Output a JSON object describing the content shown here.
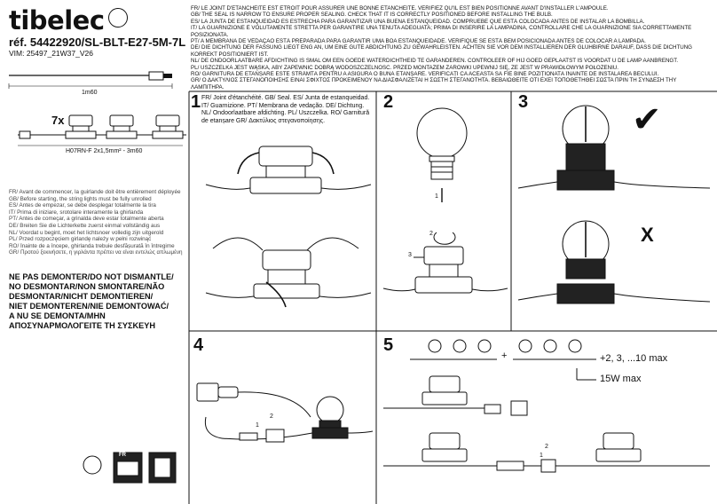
{
  "brand": {
    "name": "tibelec",
    "reference": "réf. 54422920/SL-BLT-E27-5M-7L",
    "vim": "VIM: 25497_21W37_V26"
  },
  "product": {
    "cable_length": "1m60",
    "quantity": "7x",
    "cable_spec": "H07RN-F 2x1,5mm² - 3m60"
  },
  "top_notice": [
    "FR/ LE JOINT D'ETANCHEITE EST ETROIT POUR ASSURER UNE BONNE ETANCHEITE. VERIFIEZ QU'IL EST BIEN POSITIONNE AVANT D'INSTALLER L'AMPOULE.",
    "GB/ THE SEAL IS NARROW TO ENSURE PROPER SEALING. CHECK THAT IT IS CORRECTLY POSITIONED BEFORE INSTALLING THE BULB.",
    "ES/ LA JUNTA DE ESTANQUEIDAD ES ESTRECHA PARA GARANTIZAR UNA BUENA ESTANQUEIDAD. COMPRUEBE QUE ESTÁ COLOCADA ANTES DE INSTALAR LA BOMBILLA.",
    "IT/ LA GUARNIZIONE È VOLUTAMENTE STRETTA PER GARANTIRE UNA TENUTA ADEGUATA; PRIMA DI INSERIRE LA LAMPADINA, CONTROLLARE CHE LA GUARNIZIONE SIA CORRETTAMENTE",
    "POSIZIONATA.",
    "PT/ A MEMBRANA DE VEDAÇÃO ESTÁ PREPARADA PARA GARANTIR UMA BOA ESTANQUEIDADE. VERIFIQUE SE ESTÁ BEM POSICIONADA ANTES DE COLOCAR A LÂMPADA.",
    "DE/ DIE DICHTUNG DER FASSUNG LIEGT ENG AN, UM EINE GUTE ABDICHTUNG ZU GEWÄHRLEISTEN. ACHTEN SIE VOR DEM INSTALLIEREN DER GLÜHBIRNE DARAUF, DASS DIE DICHTUNG",
    "KORREKT POSITIONIERT IST.",
    "NL/ DE ONDOORLAATBARE AFDICHTING IS SMAL OM EEN GOEDE WATERDICHTHEID TE GARANDEREN. CONTROLEER OF HIJ GOED GEPLAATST IS VOORDAT U DE LAMP AANBRENGT.",
    "PL/ USZCZELKA JEST WĄSKA, ABY ZAPEWNIĆ DOBRĄ WODOSZCZELNOŚĆ. PRZED MONTAŻEM ŻARÓWKI UPEWNIJ SIĘ, ŻE JEST W PRAWIDŁOWYM POŁOŻENIU.",
    "RO/ GARNITURA DE ETANȘARE ESTE STRÂMTĂ PENTRU A ASIGURA O BUNĂ ETANȘARE. VERIFICAȚI CA ACEASTA SĂ FIE BINE POZIȚIONATĂ ÎNAINTE DE INSTALAREA BECULUI.",
    "GR/ Ο ΔΑΚΤΥΛΙΟΣ ΣΤΕΓΑΝΟΠΟΙΗΣΗΣ ΕΙΝΑΙ ΣΦΙΧΤΟΣ ΠΡΟΚΕΙΜΕΝΟΥ ΝΑ ΔΙΑΣΦΑΛΙΖΕΤΑΙ Η ΣΩΣΤΗ ΣΤΕΓΑΝΟΤΗΤΑ. ΒΕΒΑΙΩΘΕΙΤΕ ΟΤΙ ΕΧΕΙ ΤΟΠΟΘΕΤΗΘΕΙ ΣΩΣΤΑ ΠΡΙΝ ΤΗ ΣΥΝΔΕΣΗ ΤΗΥ",
    "ΛΑΜΠΙΤΗΡΑ."
  ],
  "unroll_notice": [
    "FR/ Avant de commencer, la guirlande doit être entièrement déployée",
    "GB/ Before starting, the string lights must be fully unrolled",
    "ES/ Antes de empezar, se debe desplegar totalmente la tira",
    "IT/ Prima di iniziare, srotolare interamente la ghirlanda",
    "PT/ Antes de começar, a grinalda deve estar totalmente aberta",
    "DE/ Breiten Sie die Lichterkette zuerst einmal vollständig aus",
    "NL/ Voordat u begint, moet het lichtsnoer volledig zijn uitgerold",
    "PL/ Przed rozpoczęciem girlandę należy w pełni rozwinąć",
    "RO/ Înainte de a începe, ghirlanda trebuie desfășurată în întregime",
    "GR/ Προτού ξεκινήσετε, η γιρλάντα πρέπει να είναι εντελώς απλωμένη"
  ],
  "warning": [
    "NE PAS DEMONTER/DO NOT DISMANTLE/",
    "NO DESMONTAR/NON SMONTARE/NÃO",
    "DESMONTAR/NICHT DEMONTIEREN/",
    "NIET DEMONTEREN/NIE DEMONTOWAĆ/",
    "A NU SE DEMONTA/MHN",
    "ΑΠΟΣΥΝΑΡΜΟΛΟΓΕΙΤΕ ΤΗ ΣΥΣΚΕΥΗ"
  ],
  "steps": {
    "s1": {
      "num": "1",
      "text": [
        "FR/ Joint d'étanchéité. GB/ Seal. ES/ Junta de estanqueidad.",
        "IT/ Guarnizione. PT/ Membrana de vedação. DE/ Dichtung.",
        "NL/ Ondoorlaatbare afdichting. PL/ Uszczelka. RO/ Garnitură",
        "de etanșare GR/ Δακτύλιος στεγανοποίησης."
      ]
    },
    "s2": {
      "num": "2",
      "label1": "1",
      "label2": "2",
      "label3": "3"
    },
    "s3": {
      "num": "3",
      "check": "✔",
      "cross": "X"
    },
    "s4": {
      "num": "4",
      "label1": "1",
      "label2": "2"
    },
    "s5": {
      "num": "5",
      "plus": "+",
      "count": "+2, 3, ...10 max",
      "power": "15W max",
      "label1": "1",
      "label2": "2"
    }
  },
  "recycle": {
    "label": "FR"
  }
}
